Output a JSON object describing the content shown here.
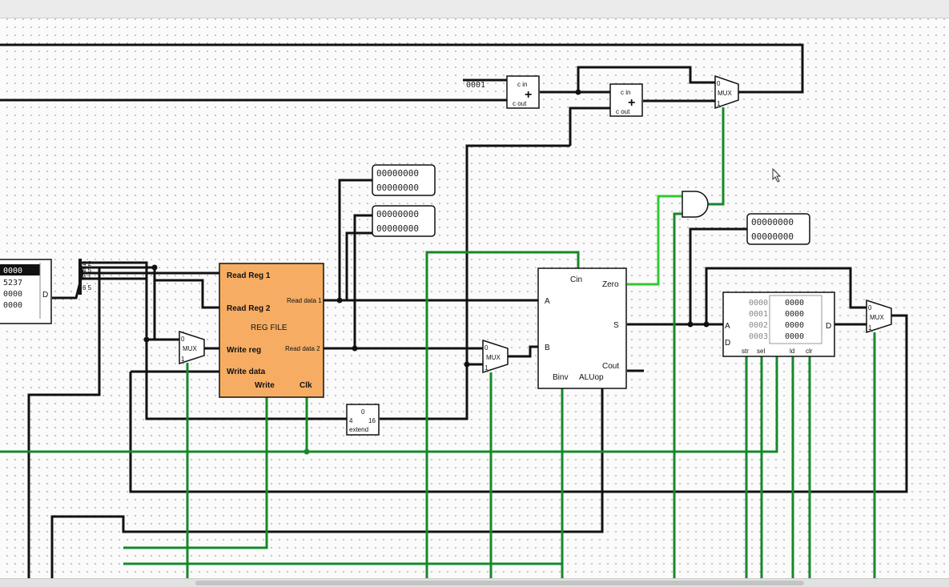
{
  "colors": {
    "wire": "#111111",
    "signal_wire": "#15892a",
    "active_wire": "#2ecc2e",
    "register_file_fill": "#f6ad63",
    "canvas": "#fbfbfb"
  },
  "constant": {
    "value": "0001"
  },
  "adders": [
    {
      "cin_label": "c in",
      "cout_label": "c out",
      "symbol": "+"
    },
    {
      "cin_label": "c in",
      "cout_label": "c out",
      "symbol": "+"
    }
  ],
  "mux_label": "MUX",
  "mux_select_0": "0",
  "mux_select_1": "1",
  "left_memory": {
    "rows": [
      "0000",
      "5237",
      "0000",
      "0000"
    ],
    "port_label": "D"
  },
  "splitter_bits": [
    "4 2",
    "4 5",
    "4 1",
    "6 5"
  ],
  "register_file": {
    "title": "REG FILE",
    "read_reg_1": "Read Reg 1",
    "read_reg_2": "Read Reg 2",
    "write_reg": "Write reg",
    "write_data": "Write data",
    "write": "Write",
    "clk": "Clk",
    "read_data_1": "Read data 1",
    "read_data_2": "Read data 2"
  },
  "probes": {
    "rd1_top": "00000000",
    "rd1_bottom": "00000000",
    "rd2_top": "00000000",
    "rd2_bottom": "00000000",
    "alu_top": "00000000",
    "alu_bottom": "00000000"
  },
  "sign_extend": {
    "top": "0",
    "in_bits": "4",
    "out_bits": "16",
    "label": "extend"
  },
  "alu": {
    "cin": "Cin",
    "a": "A",
    "b": "B",
    "zero": "Zero",
    "s": "S",
    "cout": "Cout",
    "binv": "Binv",
    "aluop": "ALUop"
  },
  "data_memory": {
    "port_a": "A",
    "port_d_in": "D",
    "port_d_out": "D",
    "addresses": [
      "0000",
      "0001",
      "0002",
      "0003"
    ],
    "values": [
      "0000",
      "0000",
      "0000",
      "0000"
    ],
    "bottom_labels": [
      "str",
      "sel",
      "ld",
      "clr"
    ]
  }
}
